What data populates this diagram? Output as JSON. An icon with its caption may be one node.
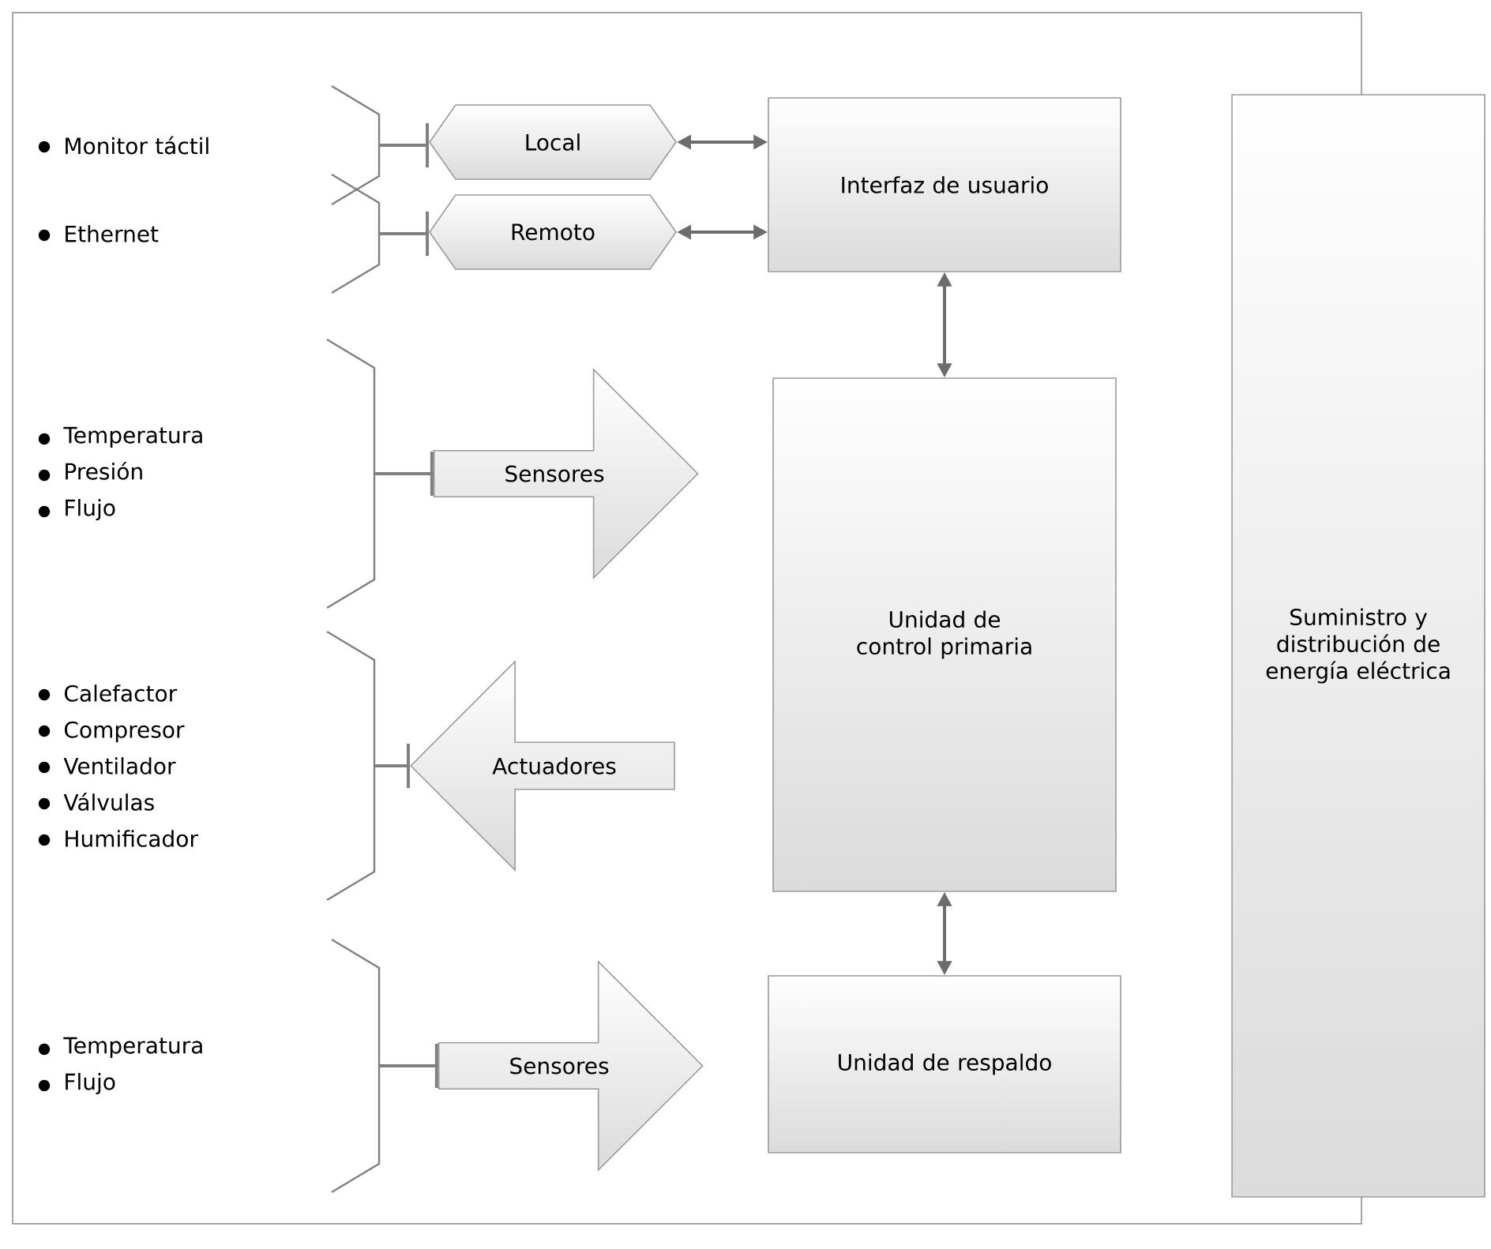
{
  "diagram": {
    "nodes": [
      {
        "text": [
          "Monitor táctil"
        ]
      },
      {
        "text": [
          "Ethernet"
        ]
      },
      {
        "text": [
          "Local"
        ]
      },
      {
        "text": [
          "Remoto"
        ]
      },
      {
        "text": [
          "Interfaz de usuario"
        ]
      },
      {
        "text": [
          "Temperatura",
          "Presión",
          "Flujo"
        ]
      },
      {
        "text": [
          "Sensores"
        ]
      },
      {
        "text": [
          "Unidad de control primaria"
        ]
      },
      {
        "text": [
          "Calefactor",
          "Compresor",
          "Ventilador",
          "Válvulas",
          "Humificador"
        ]
      },
      {
        "text": [
          "Actuadores"
        ]
      },
      {
        "text": [
          "Temperatura",
          "Flujo"
        ]
      },
      {
        "text": [
          "Sensores"
        ]
      },
      {
        "text": [
          "Unidad de respaldo"
        ]
      },
      {
        "text": [
          "Suministro y distribución de energía eléctrica"
        ]
      }
    ],
    "edges": [
      {
        "from": 0,
        "to": 2,
        "arrow": "none"
      },
      {
        "from": 1,
        "to": 3,
        "arrow": "none"
      },
      {
        "from": 2,
        "to": 4,
        "arrow": "both"
      },
      {
        "from": 3,
        "to": 4,
        "arrow": "both"
      },
      {
        "from": 4,
        "to": 7,
        "arrow": "both"
      },
      {
        "from": 7,
        "to": 12,
        "arrow": "both"
      },
      {
        "from": 5,
        "to": 6,
        "arrow": "none"
      },
      {
        "from": 8,
        "to": 9,
        "arrow": "none"
      },
      {
        "from": 10,
        "to": 11,
        "arrow": "none"
      }
    ]
  }
}
